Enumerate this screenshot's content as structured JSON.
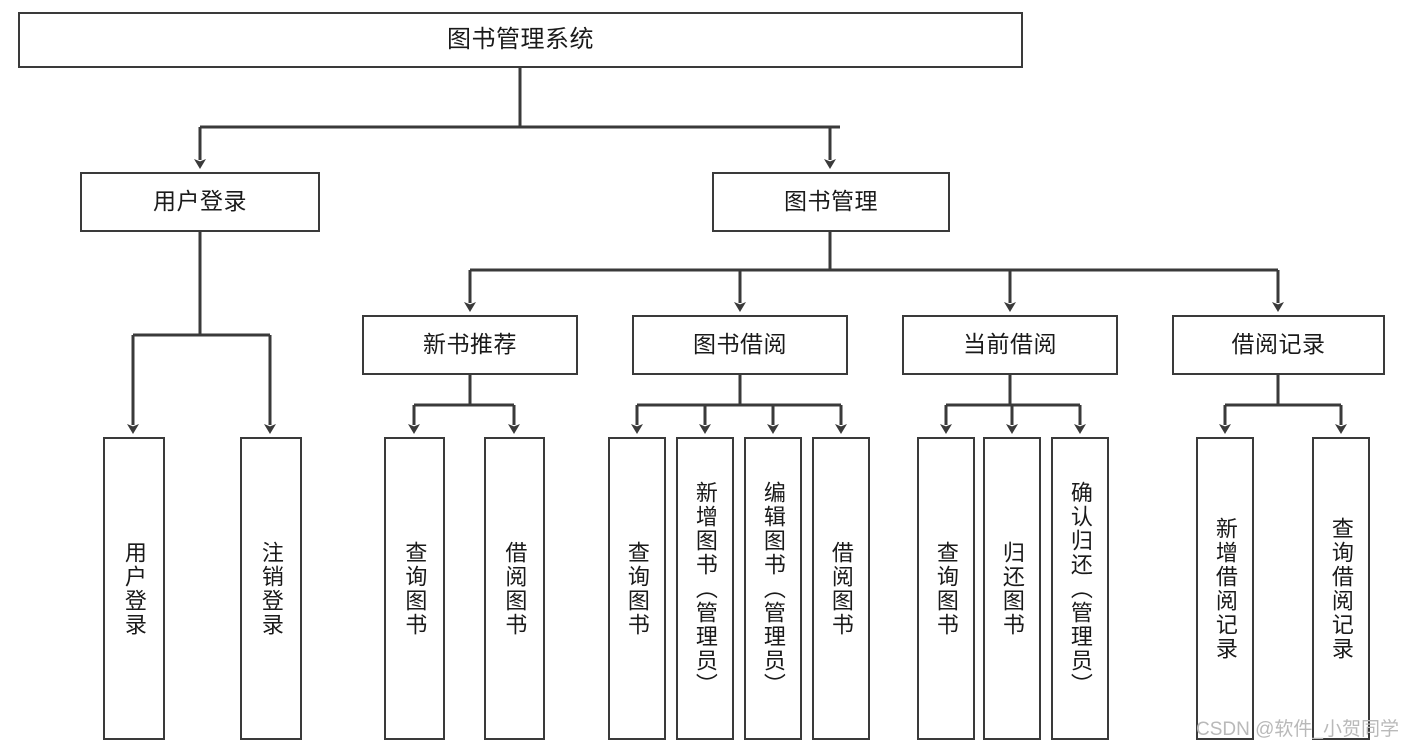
{
  "diagram": {
    "title": "图书管理系统",
    "watermark": "CSDN @软件_小贺同学",
    "colors": {
      "stroke": "#3a3a3a",
      "fill": "#ffffff",
      "text": "#1a1a1a",
      "watermark": "#b9b9b9"
    },
    "root": {
      "label": "图书管理系统"
    },
    "level2": [
      {
        "label": "用户登录"
      },
      {
        "label": "图书管理"
      }
    ],
    "level3": [
      {
        "label": "新书推荐"
      },
      {
        "label": "图书借阅"
      },
      {
        "label": "当前借阅"
      },
      {
        "label": "借阅记录"
      }
    ],
    "leaves": {
      "user_login": [
        {
          "label": "用户登录"
        },
        {
          "label": "注销登录"
        }
      ],
      "new_book": [
        {
          "label": "查询图书"
        },
        {
          "label": "借阅图书"
        }
      ],
      "book_borrow": [
        {
          "label": "查询图书"
        },
        {
          "label": "新增图书（管理员）"
        },
        {
          "label": "编辑图书（管理员）"
        },
        {
          "label": "借阅图书"
        }
      ],
      "current_borrow": [
        {
          "label": "查询图书"
        },
        {
          "label": "归还图书"
        },
        {
          "label": "确认归还（管理员）"
        }
      ],
      "borrow_record": [
        {
          "label": "新增借阅记录"
        },
        {
          "label": "查询借阅记录"
        }
      ]
    }
  }
}
